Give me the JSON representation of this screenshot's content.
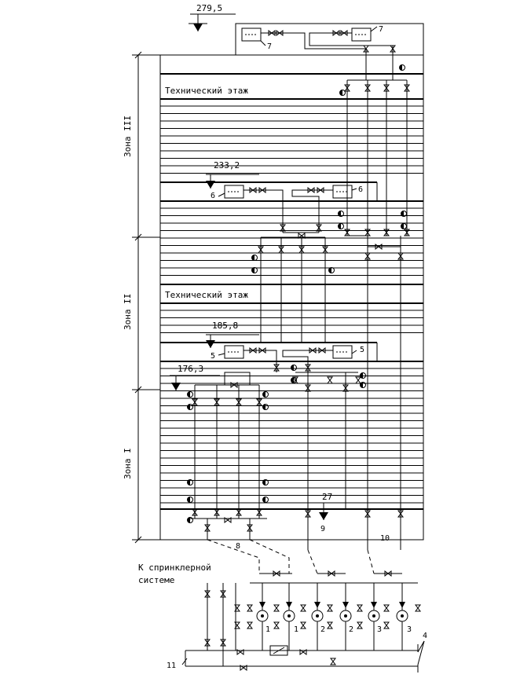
{
  "levels": {
    "roof": "279,5",
    "zone3_tank": "233,2",
    "zone2_tank": "185,8",
    "zone1_top": "176,3",
    "ground": "27"
  },
  "floors": {
    "tech_floor_upper": "Технический этаж",
    "tech_floor_lower": "Технический этаж"
  },
  "zones": {
    "zone3": "Зона III",
    "zone2": "Зона II",
    "zone1": "Зона I"
  },
  "sprinkler": "К спринклерной системе",
  "sprinkler_line1": "К спринклерной",
  "sprinkler_line2": "системе",
  "callouts": {
    "c1a": "1",
    "c1b": "1",
    "c2a": "2",
    "c2b": "2",
    "c3a": "3",
    "c3b": "3",
    "c4": "4",
    "c5a": "5",
    "c5b": "5",
    "c6a": "6",
    "c6b": "6",
    "c7a": "7",
    "c7b": "7",
    "c8": "8",
    "c9": "9",
    "c10": "10",
    "c11": "11"
  }
}
